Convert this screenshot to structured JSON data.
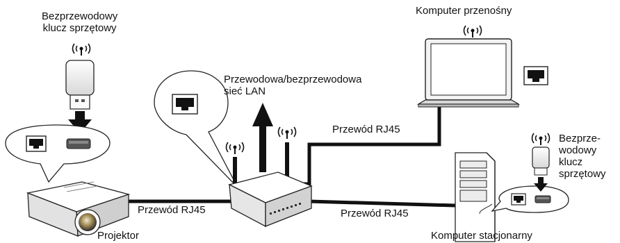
{
  "labels": {
    "dongle_top": "Bezprzewodowy\nklucz sprzętowy",
    "laptop": "Komputer przenośny",
    "lan": "Przewodowa/bezprzewodowa\nsieć LAN",
    "cable_laptop": "Przewód RJ45",
    "cable_projector": "Przewód RJ45",
    "cable_desktop": "Przewód RJ45",
    "projector": "Projektor",
    "desktop": "Komputer stacjonarny",
    "dongle_right": "Bezprze-\nwodowy\nklucz\nsprzętowy"
  },
  "icons": [
    "wireless-signal-icon",
    "usb-dongle-icon",
    "down-arrow-icon",
    "ethernet-port-icon",
    "usb-port-icon",
    "projector-icon",
    "router-icon",
    "up-arrow-icon",
    "laptop-icon",
    "desktop-tower-icon"
  ],
  "colors": {
    "cable": "#111111",
    "outline": "#222222",
    "device_fill": "#f5f5f5"
  }
}
